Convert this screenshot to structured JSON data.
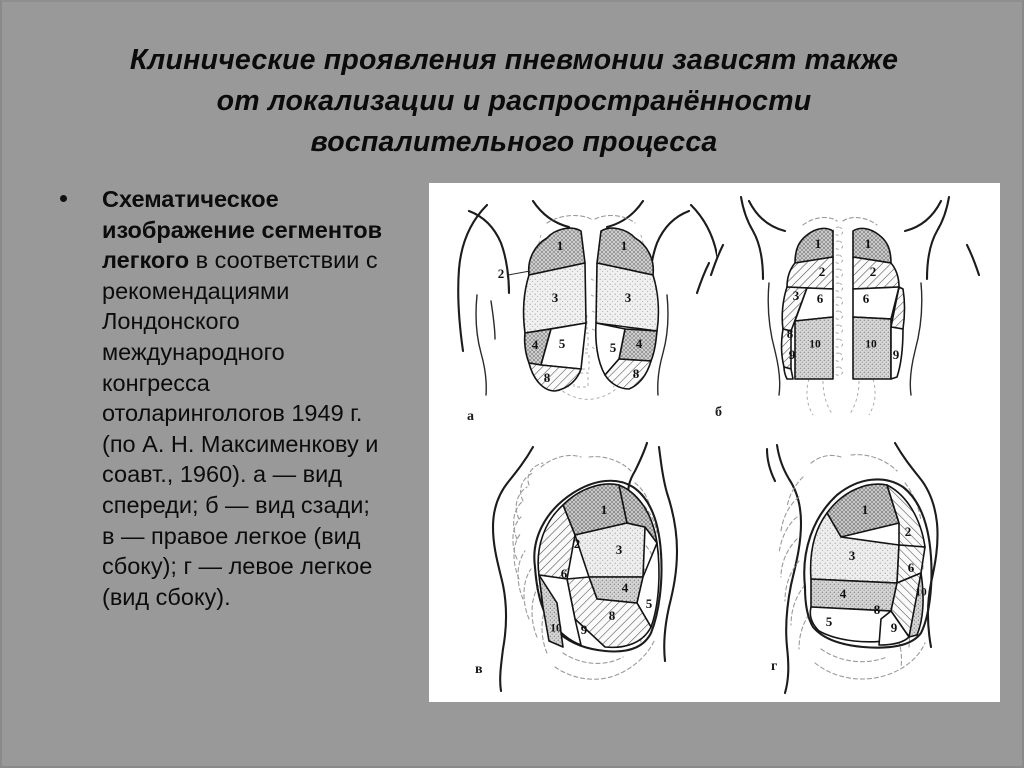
{
  "slide": {
    "background_color": "#999999",
    "title_lines": [
      "Клинические проявления  пневмонии зависят также",
      "от локализации и распространённости",
      "воспалительного процесса"
    ],
    "title_color": "#0b0b0b"
  },
  "body": {
    "bullet_glyph": "•",
    "bold_lead": "Схематическое изображение сегментов легкого",
    "rest": " в соответствии с рекомендациями Лондонского международного конгресса отоларингологов 1949 г. (по А. Н. Максименкову и соавт., 1960). а — вид спереди; б — вид сзади; в — правое легкое (вид сбоку); г — левое легкое (вид сбоку).",
    "full_text": "Схематическое изображение сегментов легкого в соответствии с рекомендациями Лондонского международного конгресса отоларингологов 1949 г. (по А. Н. Максименкову и соавт., 1960). а — вид спереди; б — вид сзади; в — правое легкое (вид сбоку); г — левое легкое (вид сбоку)."
  },
  "figure": {
    "background_color": "#ffffff",
    "caption_note": "Схематическое изображение сегментов легкого",
    "panels": [
      {
        "key": "a",
        "label": "а",
        "view": "вид спереди",
        "description": "Anterior chest view, both lungs, bronchopulmonary segments shaded",
        "segment_numbers": [
          "1",
          "2",
          "3",
          "4",
          "5",
          "8"
        ],
        "right_lung_numbers": [
          "1",
          "2",
          "3",
          "4",
          "5",
          "8"
        ],
        "left_lung_numbers": [
          "1",
          "3",
          "4",
          "5",
          "8"
        ]
      },
      {
        "key": "b",
        "label": "б",
        "view": "вид сзади",
        "description": "Posterior chest view, both lungs, bronchopulmonary segments shaded",
        "segment_numbers": [
          "1",
          "2",
          "3",
          "6",
          "8",
          "9",
          "10"
        ],
        "right_lung_numbers": [
          "1",
          "2",
          "3",
          "6",
          "8",
          "9",
          "10"
        ],
        "left_lung_numbers": [
          "1",
          "2",
          "6",
          "9",
          "10"
        ]
      },
      {
        "key": "v",
        "label": "в",
        "view": "правое легкое (вид сбоку)",
        "description": "Right lung lateral view, bronchopulmonary segments shaded",
        "segment_numbers": [
          "1",
          "2",
          "3",
          "4",
          "5",
          "6",
          "8",
          "9",
          "10"
        ]
      },
      {
        "key": "g",
        "label": "г",
        "view": "левое легкое (вид сбоку)",
        "description": "Left lung lateral view, bronchopulmonary segments shaded",
        "segment_numbers": [
          "1",
          "2",
          "3",
          "4",
          "5",
          "6",
          "8",
          "9",
          "10"
        ]
      }
    ]
  }
}
